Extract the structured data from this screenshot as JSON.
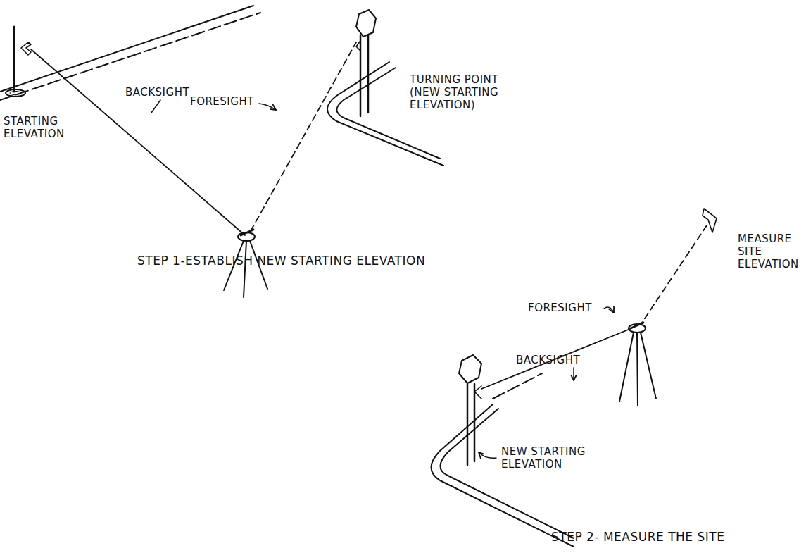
{
  "diagram": {
    "labels": [
      "STARTING ELEVATION",
      "BACKSIGHT",
      "FORESIGHT",
      "TURNING POINT (NEW STARTING ELEVATION)",
      "STEP 1-ESTABLISH NEW STARTING ELEVATION",
      "MEASURE SITE ELEVATION",
      "FORESIGHT",
      "BACKSIGHT",
      "NEW STARTING ELEVATION",
      "STEP 2- MEASURE THE SITE"
    ]
  }
}
